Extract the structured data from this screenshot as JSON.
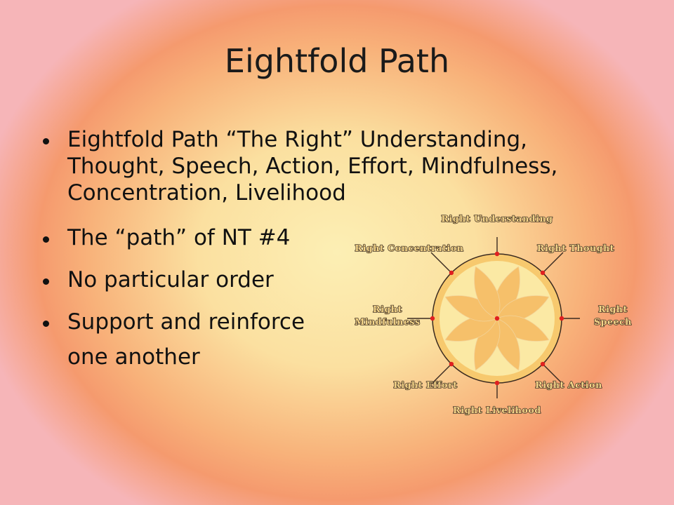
{
  "slide": {
    "title": "Eightfold Path",
    "bullets": [
      "Eightfold Path “The Right” Understanding, Thought, Speech, Action, Effort, Mindfulness, Concentration, Livelihood",
      "The “path” of NT #4",
      "No particular order",
      "Support and reinforce"
    ],
    "bullet_continuation": "one another"
  },
  "wheel": {
    "labels": {
      "understanding": "Right Understanding",
      "thought": "Right Thought",
      "speech_1": "Right",
      "speech_2": "Speech",
      "action": "Right Action",
      "livelihood": "Right Livelihood",
      "effort": "Right Effort",
      "mindfulness_1": "Right",
      "mindfulness_2": "Mindfulness",
      "concentration": "Right Concentration"
    },
    "colors": {
      "outer_ring": "#f7c96e",
      "inner_disc": "#fbe9a4",
      "petal": "#f6c06a",
      "dot": "#e02020",
      "line": "#3a2a20"
    }
  }
}
